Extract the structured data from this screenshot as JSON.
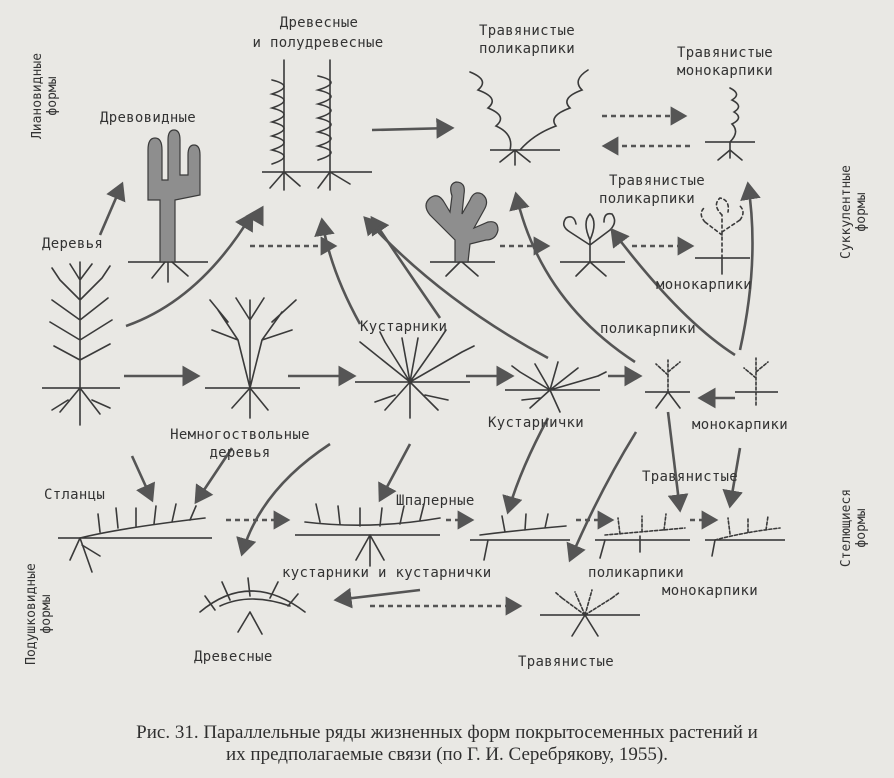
{
  "labels": {
    "drevesnye_i_poludrevesnye_1": "Древесные",
    "drevesnye_i_poludrevesnye_2": "и полудревесные",
    "travyanistye_polikarpiki_top_1": "Травянистые",
    "travyanistye_polikarpiki_top_2": "поликарпики",
    "travyanistye_monokarpiki_top_1": "Травянистые",
    "travyanistye_monokarpiki_top_2": "монокарпики",
    "drevovidnye": "Древовидные",
    "derevya": "Деревья",
    "travyanistye_mid": "Травянистые",
    "polikarpiki_mid": "поликарпики",
    "monokarpiki_mid": "монокарпики",
    "kustarniki": "Кустарники",
    "polikarpiki_right": "поликарпики",
    "kustarnichki": "Кустарнички",
    "monokarpiki_right": "монокарпики",
    "nemnogostvolnye_1": "Немногоствольные",
    "nemnogostvolnye_2": "деревья",
    "stlantsy": "Стланцы",
    "shpalernye": "Шпалерные",
    "travyanistye_low": "Травянистые",
    "kustarniki_i_kustarnichki": "кустарники и кустарнички",
    "polikarpiki_low": "поликарпики",
    "monokarpiki_low": "монокарпики",
    "drevesnye_low": "Древесные",
    "travyanistye_bottom": "Травянистые"
  },
  "side_labels": {
    "lianovidnye_1": "Лиановидные",
    "lianovidnye_2": "формы",
    "sukkulentnye_1": "Суккулентные",
    "sukkulentnye_2": "формы",
    "stelyushchiesya_1": "Стелющиеся",
    "stelyushchiesya_2": "формы",
    "podushkovidnye_1": "Подушковидные",
    "podushkovidnye_2": "формы"
  },
  "caption": {
    "line1": "Рис. 31. Параллельные ряды жизненных форм покрытосеменных растений и",
    "line2": "их предполагаемые связи (по Г. И. Серебрякову, 1955)."
  },
  "colors": {
    "background": "#e9e8e4",
    "ink": "#333333",
    "arrow": "#555555",
    "plant_fill": "#8e8e8e"
  }
}
